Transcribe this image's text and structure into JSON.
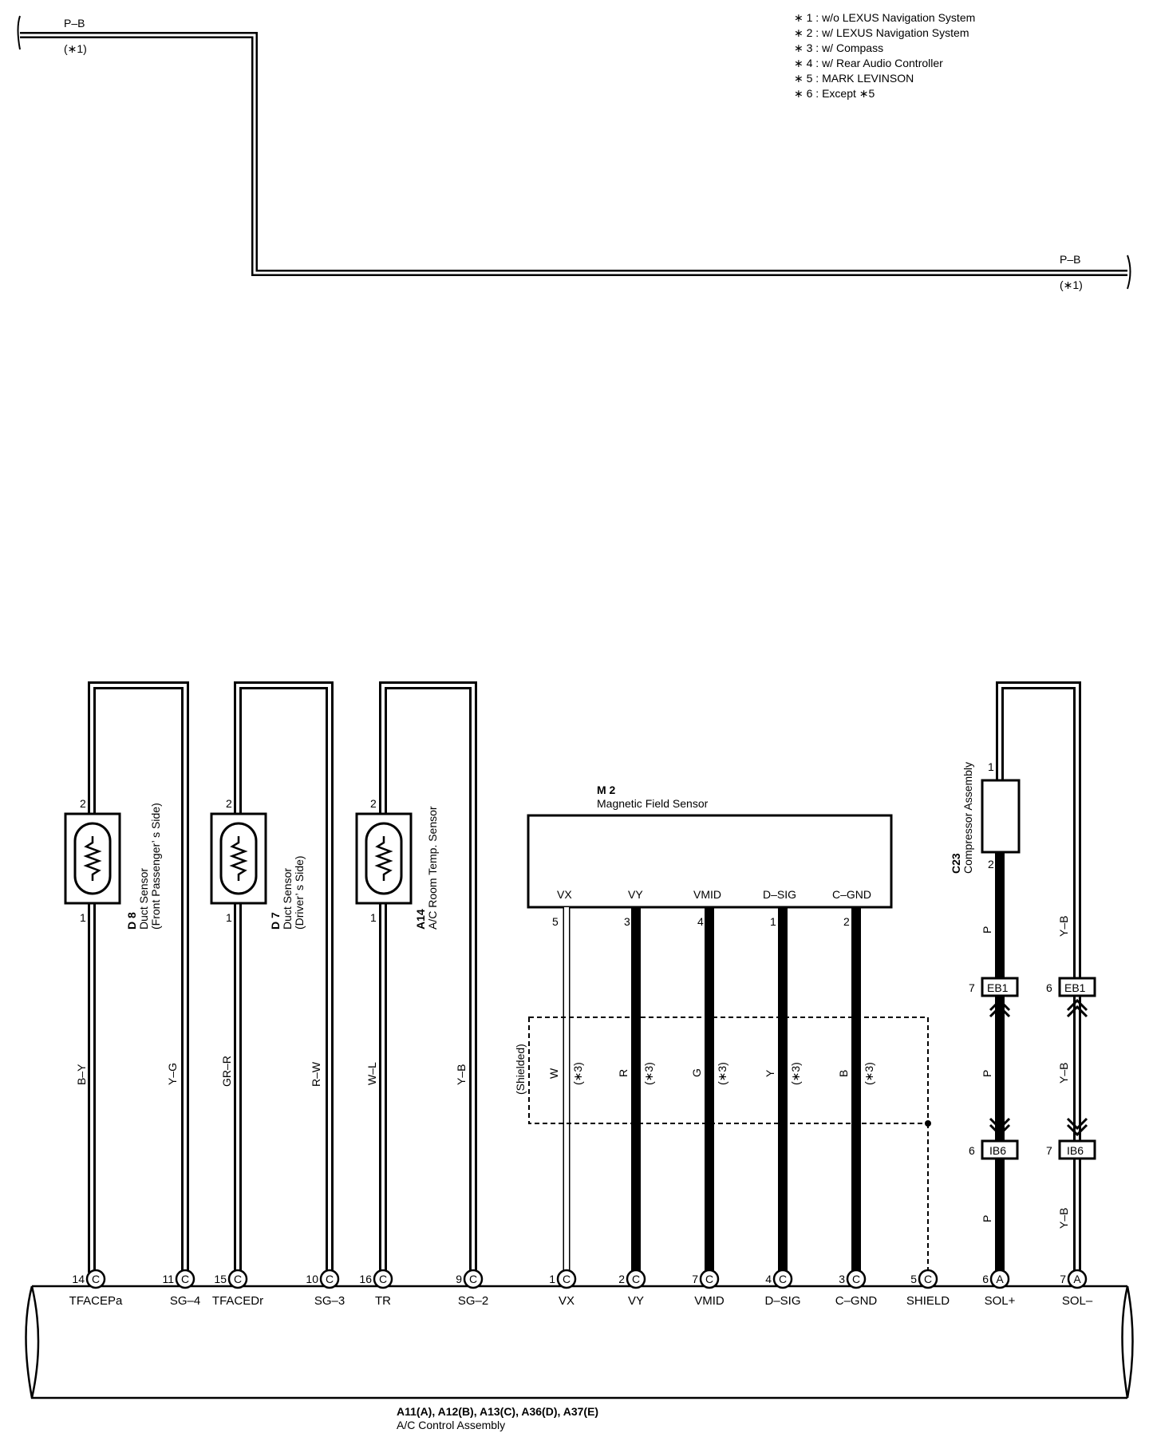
{
  "top_wire": {
    "left_color": "P–B",
    "left_note": "(∗1)",
    "right_color": "P–B",
    "right_note": "(∗1)"
  },
  "notes": [
    "∗ 1 : w/o LEXUS Navigation System",
    "∗ 2 : w/ LEXUS Navigation System",
    "∗ 3 : w/ Compass",
    "∗ 4 : w/ Rear Audio Controller",
    "∗ 5 : MARK LEVINSON",
    "∗ 6 : Except ∗5"
  ],
  "sensors": [
    {
      "code": "D 8",
      "name_lines": [
        "Duct Sensor",
        "(Front Passenger’ s Side)"
      ],
      "pin_top": "2",
      "pin_bottom": "1",
      "wire_left": "B–Y",
      "wire_right": "Y–G"
    },
    {
      "code": "D 7",
      "name_lines": [
        "Duct Sensor",
        "(Driver’ s Side)"
      ],
      "pin_top": "2",
      "pin_bottom": "1",
      "wire_left": "GR–R",
      "wire_right": "R–W"
    },
    {
      "code": "A14",
      "name_lines": [
        "A/C Room Temp.  Sensor"
      ],
      "pin_top": "2",
      "pin_bottom": "1",
      "wire_left": "W–L",
      "wire_right": "Y–B"
    }
  ],
  "magnetic_sensor": {
    "code": "M 2",
    "name": "Magnetic Field Sensor",
    "pins": [
      {
        "label": "VX",
        "pin": "5",
        "wire": "W",
        "note": "(∗3)"
      },
      {
        "label": "VY",
        "pin": "3",
        "wire": "R",
        "note": "(∗3)"
      },
      {
        "label": "VMID",
        "pin": "4",
        "wire": "G",
        "note": "(∗3)"
      },
      {
        "label": "D–SIG",
        "pin": "1",
        "wire": "Y",
        "note": "(∗3)"
      },
      {
        "label": "C–GND",
        "pin": "2",
        "wire": "B",
        "note": "(∗3)"
      }
    ],
    "shield_label": "(Shielded)"
  },
  "compressor": {
    "code": "C23",
    "name": "Compressor Assembly",
    "pin_top": "1",
    "pin_bottom": "2",
    "wire_sol_plus_upper": "P",
    "wire_sol_plus_mid": "P",
    "wire_sol_plus_lower": "P",
    "wire_sol_minus_upper": "Y–B",
    "wire_sol_minus_mid": "Y–B",
    "wire_sol_minus_lower": "Y–B",
    "eb1": {
      "name": "EB1",
      "pin_left": "7",
      "pin_right": "6"
    },
    "ib6": {
      "name": "IB6",
      "pin_left": "6",
      "pin_right": "7"
    }
  },
  "ecu": {
    "codes": "A11(A), A12(B), A13(C), A36(D), A37(E)",
    "name": "A/C Control Assembly",
    "terminals": [
      {
        "pin": "14",
        "conn": "C",
        "label": "TFACEPa"
      },
      {
        "pin": "11",
        "conn": "C",
        "label": "SG–4"
      },
      {
        "pin": "15",
        "conn": "C",
        "label": "TFACEDr"
      },
      {
        "pin": "10",
        "conn": "C",
        "label": "SG–3"
      },
      {
        "pin": "16",
        "conn": "C",
        "label": "TR"
      },
      {
        "pin": "9",
        "conn": "C",
        "label": "SG–2"
      },
      {
        "pin": "1",
        "conn": "C",
        "label": "VX"
      },
      {
        "pin": "2",
        "conn": "C",
        "label": "VY"
      },
      {
        "pin": "7",
        "conn": "C",
        "label": "VMID"
      },
      {
        "pin": "4",
        "conn": "C",
        "label": "D–SIG"
      },
      {
        "pin": "3",
        "conn": "C",
        "label": "C–GND"
      },
      {
        "pin": "5",
        "conn": "C",
        "label": "SHIELD"
      },
      {
        "pin": "6",
        "conn": "A",
        "label": "SOL+"
      },
      {
        "pin": "7",
        "conn": "A",
        "label": "SOL–"
      }
    ]
  }
}
